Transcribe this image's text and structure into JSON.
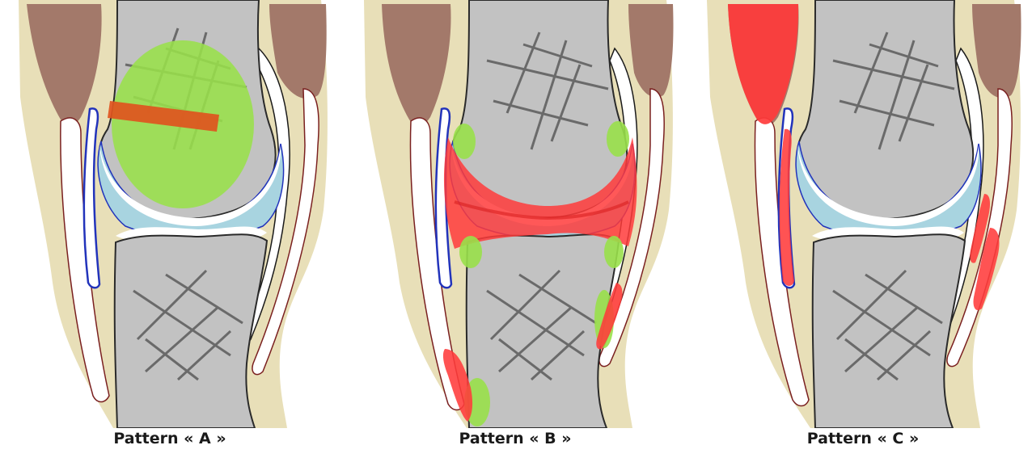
{
  "panels": [
    {
      "caption": "Pattern « A »"
    },
    {
      "caption": "Pattern « B »"
    },
    {
      "caption": "Pattern « C »"
    }
  ],
  "colors": {
    "soft_tissue": "#e8dfb8",
    "bone": "#c2c2c2",
    "bone_outline": "#2a2a2a",
    "trabecular_lines": "#6a6a6a",
    "muscle": "#a3796a",
    "tendon": "#ffffff",
    "synovium_outline": "#2233bb",
    "joint_fluid": "#a8d4e0",
    "lesion_red": "#ff3b3b",
    "lesion_green": "#99e04a",
    "lesion_orange": "#e0541e"
  }
}
